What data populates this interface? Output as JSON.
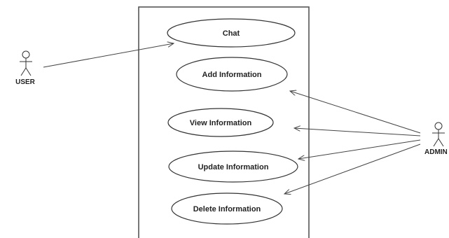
{
  "diagram": {
    "system_label": "",
    "actors": {
      "user": "USER",
      "admin": "ADMIN"
    },
    "use_cases": [
      "Chat",
      "Add Information",
      "View Information",
      "Update Information",
      "Delete Information"
    ]
  }
}
